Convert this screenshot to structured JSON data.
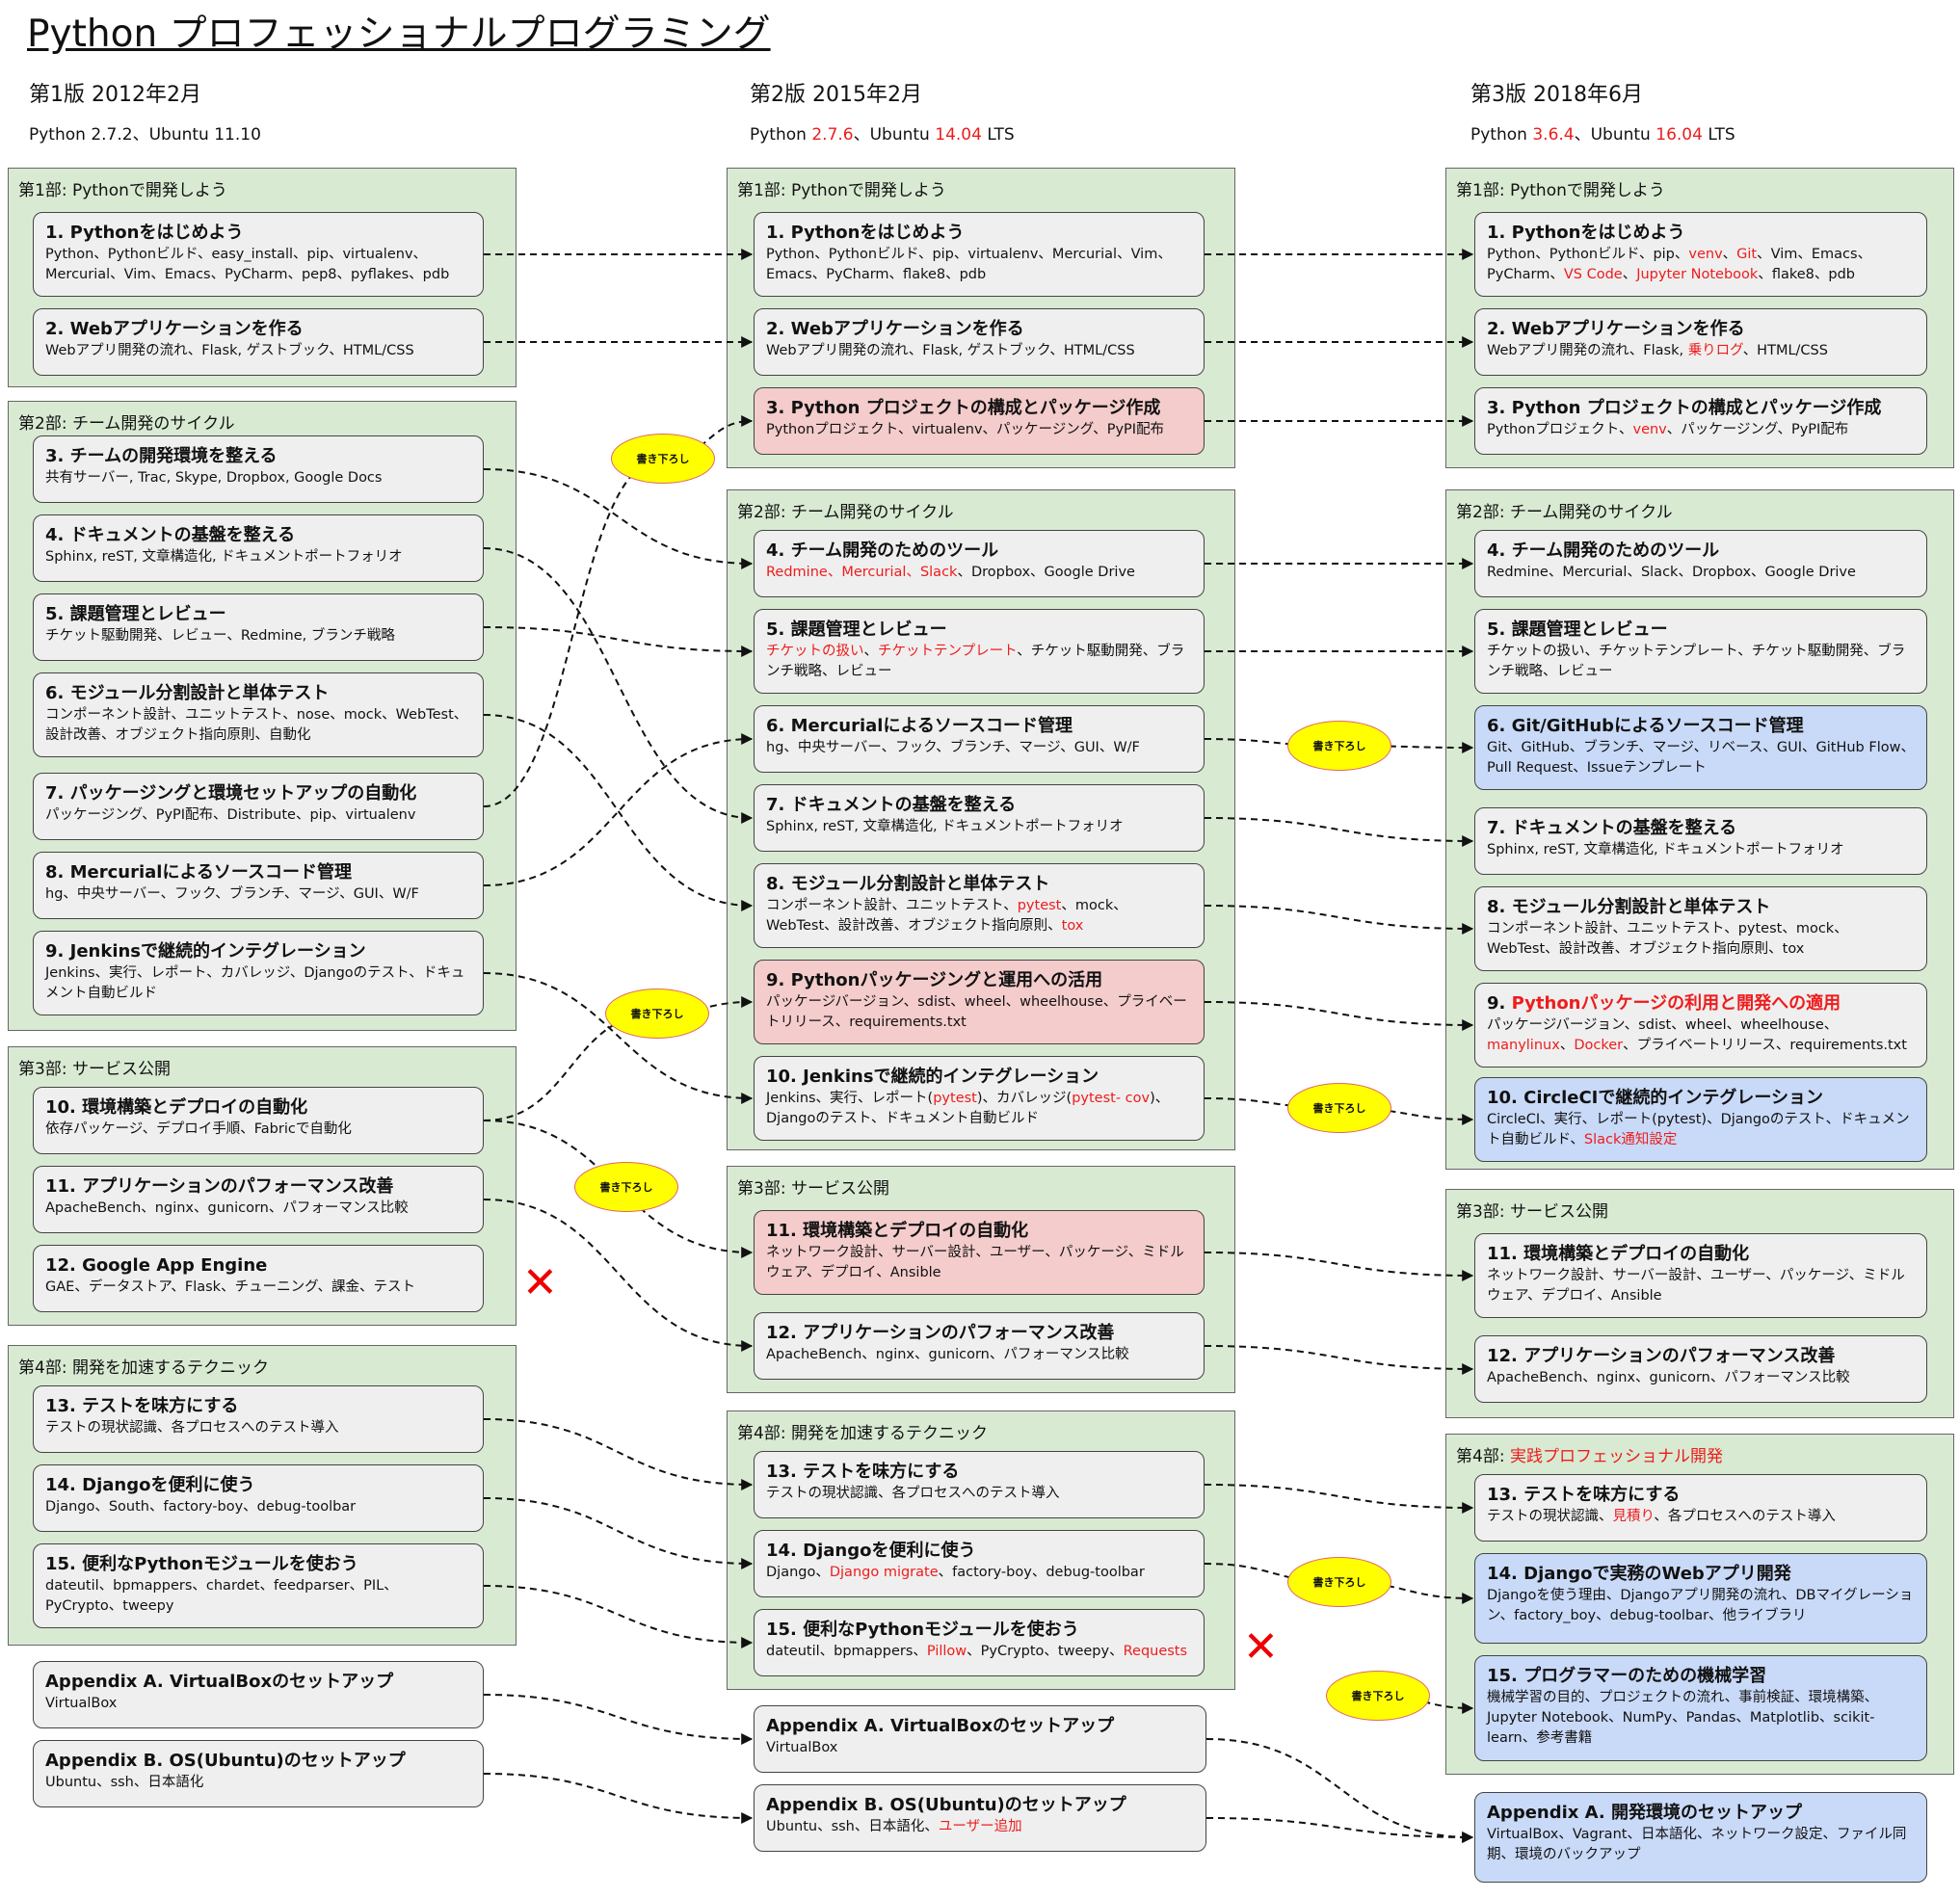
{
  "title": "Python プロフェッショナルプログラミング",
  "editions": [
    {
      "heading": "第1版 2012年2月",
      "env": [
        {
          "t": "Python 2.7.2、Ubuntu 11.10"
        }
      ]
    },
    {
      "heading": "第2版 2015年2月",
      "env": [
        {
          "t": "Python "
        },
        {
          "t": "2.7.6",
          "r": true
        },
        {
          "t": "、Ubuntu "
        },
        {
          "t": "14.04",
          "r": true
        },
        {
          "t": " LTS"
        }
      ]
    },
    {
      "heading": "第3版 2018年6月",
      "env": [
        {
          "t": "Python "
        },
        {
          "t": "3.6.4",
          "r": true
        },
        {
          "t": "、Ubuntu "
        },
        {
          "t": "16.04",
          "r": true
        },
        {
          "t": " LTS"
        }
      ]
    }
  ],
  "parts": {
    "e1p1": {
      "label": [
        {
          "t": "第1部: Pythonで開発しよう"
        }
      ]
    },
    "e1p2": {
      "label": [
        {
          "t": "第2部: チーム開発のサイクル"
        }
      ]
    },
    "e1p3": {
      "label": [
        {
          "t": "第3部: サービス公開"
        }
      ]
    },
    "e1p4": {
      "label": [
        {
          "t": "第4部: 開発を加速するテクニック"
        }
      ]
    },
    "e2p1": {
      "label": [
        {
          "t": "第1部: Pythonで開発しよう"
        }
      ]
    },
    "e2p2": {
      "label": [
        {
          "t": "第2部: チーム開発のサイクル"
        }
      ]
    },
    "e2p3": {
      "label": [
        {
          "t": "第3部: サービス公開"
        }
      ]
    },
    "e2p4": {
      "label": [
        {
          "t": "第4部: 開発を加速するテクニック"
        }
      ]
    },
    "e3p1": {
      "label": [
        {
          "t": "第1部: Pythonで開発しよう"
        }
      ]
    },
    "e3p2": {
      "label": [
        {
          "t": "第2部: チーム開発のサイクル"
        }
      ]
    },
    "e3p3": {
      "label": [
        {
          "t": "第3部: サービス公開"
        }
      ]
    },
    "e3p4": {
      "label": [
        {
          "t": "第4部: "
        },
        {
          "t": "実践プロフェッショナル開発",
          "r": true
        }
      ]
    }
  },
  "chapters": {
    "a1": {
      "title": [
        {
          "t": "1. Pythonをはじめよう"
        }
      ],
      "desc": [
        {
          "t": "Python、Pythonビルド、easy_install、pip、virtualenv、Mercurial、Vim、Emacs、PyCharm、pep8、pyflakes、pdb"
        }
      ]
    },
    "a2": {
      "title": [
        {
          "t": "2. Webアプリケーションを作る"
        }
      ],
      "desc": [
        {
          "t": "Webアプリ開発の流れ、Flask, ゲストブック、HTML/CSS"
        }
      ]
    },
    "a3": {
      "title": [
        {
          "t": "3. チームの開発環境を整える"
        }
      ],
      "desc": [
        {
          "t": "共有サーバー, Trac, Skype, Dropbox, Google Docs"
        }
      ]
    },
    "a4": {
      "title": [
        {
          "t": "4. ドキュメントの基盤を整える"
        }
      ],
      "desc": [
        {
          "t": "Sphinx, reST, 文章構造化, ドキュメントポートフォリオ"
        }
      ]
    },
    "a5": {
      "title": [
        {
          "t": "5. 課題管理とレビュー"
        }
      ],
      "desc": [
        {
          "t": "チケット駆動開発、レビュー、Redmine, ブランチ戦略"
        }
      ]
    },
    "a6": {
      "title": [
        {
          "t": "6. モジュール分割設計と単体テスト"
        }
      ],
      "desc": [
        {
          "t": "コンポーネント設計、ユニットテスト、nose、mock、WebTest、設計改善、オブジェクト指向原則、自動化"
        }
      ]
    },
    "a7": {
      "title": [
        {
          "t": "7. パッケージングと環境セットアップの自動化"
        }
      ],
      "desc": [
        {
          "t": "パッケージング、PyPI配布、Distribute、pip、virtualenv"
        }
      ]
    },
    "a8": {
      "title": [
        {
          "t": "8. Mercurialによるソースコード管理"
        }
      ],
      "desc": [
        {
          "t": "hg、中央サーバー、フック、ブランチ、マージ、GUI、W/F"
        }
      ]
    },
    "a9": {
      "title": [
        {
          "t": "9. Jenkinsで継続的インテグレーション"
        }
      ],
      "desc": [
        {
          "t": "Jenkins、実行、レポート、カバレッジ、Djangoのテスト、ドキュメント自動ビルド"
        }
      ]
    },
    "a10": {
      "title": [
        {
          "t": "10. 環境構築とデプロイの自動化"
        }
      ],
      "desc": [
        {
          "t": "依存パッケージ、デプロイ手順、Fabricで自動化"
        }
      ]
    },
    "a11": {
      "title": [
        {
          "t": "11. アプリケーションのパフォーマンス改善"
        }
      ],
      "desc": [
        {
          "t": "ApacheBench、nginx、gunicorn、パフォーマンス比較"
        }
      ]
    },
    "a12": {
      "title": [
        {
          "t": "12. Google App Engine"
        }
      ],
      "desc": [
        {
          "t": "GAE、データストア、Flask、チューニング、課金、テスト"
        }
      ]
    },
    "a13": {
      "title": [
        {
          "t": "13. テストを味方にする"
        }
      ],
      "desc": [
        {
          "t": "テストの現状認識、各プロセスへのテスト導入"
        }
      ]
    },
    "a14": {
      "title": [
        {
          "t": "14. Djangoを便利に使う"
        }
      ],
      "desc": [
        {
          "t": "Django、South、factory-boy、debug-toolbar"
        }
      ]
    },
    "a15": {
      "title": [
        {
          "t": "15. 便利なPythonモジュールを使おう"
        }
      ],
      "desc": [
        {
          "t": "dateutil、bpmappers、chardet、feedparser、PIL、PyCrypto、tweepy"
        }
      ]
    },
    "aA": {
      "title": [
        {
          "t": "Appendix A. VirtualBoxのセットアップ"
        }
      ],
      "desc": [
        {
          "t": "VirtualBox"
        }
      ]
    },
    "aB": {
      "title": [
        {
          "t": "Appendix B. OS(Ubuntu)のセットアップ"
        }
      ],
      "desc": [
        {
          "t": "Ubuntu、ssh、日本語化"
        }
      ]
    },
    "b1": {
      "title": [
        {
          "t": "1. Pythonをはじめよう"
        }
      ],
      "desc": [
        {
          "t": "Python、Pythonビルド、pip、virtualenv、Mercurial、Vim、Emacs、PyCharm、flake8、pdb"
        }
      ]
    },
    "b2": {
      "title": [
        {
          "t": "2. Webアプリケーションを作る"
        }
      ],
      "desc": [
        {
          "t": "Webアプリ開発の流れ、Flask, ゲストブック、HTML/CSS"
        }
      ]
    },
    "b3": {
      "title": [
        {
          "t": "3. Python プロジェクトの構成とパッケージ作成"
        }
      ],
      "desc": [
        {
          "t": "Pythonプロジェクト、virtualenv、パッケージング、PyPI配布"
        }
      ]
    },
    "b4": {
      "title": [
        {
          "t": "4. チーム開発のためのツール"
        }
      ],
      "desc": [
        {
          "t": "Redmine、Mercurial、Slack",
          "r": true
        },
        {
          "t": "、Dropbox、Google Drive"
        }
      ]
    },
    "b5": {
      "title": [
        {
          "t": "5. 課題管理とレビュー"
        }
      ],
      "desc": [
        {
          "t": "チケットの扱い",
          "r": true
        },
        {
          "t": "、"
        },
        {
          "t": "チケットテンプレート",
          "r": true
        },
        {
          "t": "、チケット駆動開発、ブランチ戦略、レビュー"
        }
      ]
    },
    "b6": {
      "title": [
        {
          "t": "6. Mercurialによるソースコード管理"
        }
      ],
      "desc": [
        {
          "t": "hg、中央サーバー、フック、ブランチ、マージ、GUI、W/F"
        }
      ]
    },
    "b7": {
      "title": [
        {
          "t": "7. ドキュメントの基盤を整える"
        }
      ],
      "desc": [
        {
          "t": "Sphinx, reST, 文章構造化, ドキュメントポートフォリオ"
        }
      ]
    },
    "b8": {
      "title": [
        {
          "t": "8. モジュール分割設計と単体テスト"
        }
      ],
      "desc": [
        {
          "t": "コンポーネント設計、ユニットテスト、"
        },
        {
          "t": "pytest",
          "r": true
        },
        {
          "t": "、mock、WebTest、設計改善、オブジェクト指向原則、"
        },
        {
          "t": "tox",
          "r": true
        }
      ]
    },
    "b9": {
      "title": [
        {
          "t": "9. Pythonパッケージングと運用への活用"
        }
      ],
      "desc": [
        {
          "t": "パッケージバージョン、sdist、wheel、wheelhouse、プライベートリリース、requirements.txt"
        }
      ]
    },
    "b10": {
      "title": [
        {
          "t": "10. Jenkinsで継続的インテグレーション"
        }
      ],
      "desc": [
        {
          "t": "Jenkins、実行、レポート("
        },
        {
          "t": "pytest",
          "r": true
        },
        {
          "t": ")、カバレッジ("
        },
        {
          "t": "pytest- cov",
          "r": true
        },
        {
          "t": ")、Djangoのテスト、ドキュメント自動ビルド"
        }
      ]
    },
    "b11": {
      "title": [
        {
          "t": "11. 環境構築とデプロイの自動化"
        }
      ],
      "desc": [
        {
          "t": "ネットワーク設計、サーバー設計、ユーザー、パッケージ、ミドルウェア、デプロイ、Ansible"
        }
      ]
    },
    "b12": {
      "title": [
        {
          "t": "12. アプリケーションのパフォーマンス改善"
        }
      ],
      "desc": [
        {
          "t": "ApacheBench、nginx、gunicorn、パフォーマンス比較"
        }
      ]
    },
    "b13": {
      "title": [
        {
          "t": "13. テストを味方にする"
        }
      ],
      "desc": [
        {
          "t": "テストの現状認識、各プロセスへのテスト導入"
        }
      ]
    },
    "b14": {
      "title": [
        {
          "t": "14. Djangoを便利に使う"
        }
      ],
      "desc": [
        {
          "t": "Django、"
        },
        {
          "t": "Django migrate",
          "r": true
        },
        {
          "t": "、factory-boy、debug-toolbar"
        }
      ]
    },
    "b15": {
      "title": [
        {
          "t": "15. 便利なPythonモジュールを使おう"
        }
      ],
      "desc": [
        {
          "t": "dateutil、bpmappers、"
        },
        {
          "t": "Pillow",
          "r": true
        },
        {
          "t": "、PyCrypto、tweepy、"
        },
        {
          "t": "Requests",
          "r": true
        }
      ]
    },
    "bA": {
      "title": [
        {
          "t": "Appendix A. VirtualBoxのセットアップ"
        }
      ],
      "desc": [
        {
          "t": "VirtualBox"
        }
      ]
    },
    "bB": {
      "title": [
        {
          "t": "Appendix B. OS(Ubuntu)のセットアップ"
        }
      ],
      "desc": [
        {
          "t": "Ubuntu、ssh、日本語化、"
        },
        {
          "t": "ユーザー追加",
          "r": true
        }
      ]
    },
    "c1": {
      "title": [
        {
          "t": "1. Pythonをはじめよう"
        }
      ],
      "desc": [
        {
          "t": "Python、Pythonビルド、pip、"
        },
        {
          "t": "venv",
          "r": true
        },
        {
          "t": "、"
        },
        {
          "t": "Git",
          "r": true
        },
        {
          "t": "、Vim、Emacs、PyCharm、"
        },
        {
          "t": "VS Code",
          "r": true
        },
        {
          "t": "、"
        },
        {
          "t": "Jupyter Notebook",
          "r": true
        },
        {
          "t": "、flake8、pdb"
        }
      ]
    },
    "c2": {
      "title": [
        {
          "t": "2. Webアプリケーションを作る"
        }
      ],
      "desc": [
        {
          "t": "Webアプリ開発の流れ、Flask, "
        },
        {
          "t": "乗りログ",
          "r": true
        },
        {
          "t": "、HTML/CSS"
        }
      ]
    },
    "c3": {
      "title": [
        {
          "t": "3. Python プロジェクトの構成とパッケージ作成"
        }
      ],
      "desc": [
        {
          "t": "Pythonプロジェクト、"
        },
        {
          "t": "venv",
          "r": true
        },
        {
          "t": "、パッケージング、PyPI配布"
        }
      ]
    },
    "c4": {
      "title": [
        {
          "t": "4. チーム開発のためのツール"
        }
      ],
      "desc": [
        {
          "t": "Redmine、Mercurial、Slack、Dropbox、Google Drive"
        }
      ]
    },
    "c5": {
      "title": [
        {
          "t": "5. 課題管理とレビュー"
        }
      ],
      "desc": [
        {
          "t": "チケットの扱い、チケットテンプレート、チケット駆動開発、ブランチ戦略、レビュー"
        }
      ]
    },
    "c6": {
      "title": [
        {
          "t": "6. Git/GitHubによるソースコード管理"
        }
      ],
      "desc": [
        {
          "t": "Git、GitHub、ブランチ、マージ、リベース、GUI、GitHub Flow、Pull Request、Issueテンプレート"
        }
      ]
    },
    "c7": {
      "title": [
        {
          "t": "7. ドキュメントの基盤を整える"
        }
      ],
      "desc": [
        {
          "t": "Sphinx, reST, 文章構造化, ドキュメントポートフォリオ"
        }
      ]
    },
    "c8": {
      "title": [
        {
          "t": "8. モジュール分割設計と単体テスト"
        }
      ],
      "desc": [
        {
          "t": "コンポーネント設計、ユニットテスト、pytest、mock、WebTest、設計改善、オブジェクト指向原則、tox"
        }
      ]
    },
    "c9": {
      "title": [
        {
          "t": "9. "
        },
        {
          "t": "Pythonパッケージの利用と開発への適用",
          "r": true
        }
      ],
      "desc": [
        {
          "t": "パッケージバージョン、sdist、wheel、wheelhouse、"
        },
        {
          "t": "manylinux",
          "r": true
        },
        {
          "t": "、"
        },
        {
          "t": "Docker",
          "r": true
        },
        {
          "t": "、プライベートリリース、requirements.txt"
        }
      ]
    },
    "c10": {
      "title": [
        {
          "t": "10. CircleCIで継続的インテグレーション"
        }
      ],
      "desc": [
        {
          "t": "CircleCI、実行、レポート(pytest)、Djangoのテスト、ドキュメント自動ビルド、"
        },
        {
          "t": "Slack通知設定",
          "r": true
        }
      ]
    },
    "c11": {
      "title": [
        {
          "t": "11. 環境構築とデプロイの自動化"
        }
      ],
      "desc": [
        {
          "t": "ネットワーク設計、サーバー設計、ユーザー、パッケージ、ミドルウェア、デプロイ、Ansible"
        }
      ]
    },
    "c12": {
      "title": [
        {
          "t": "12. アプリケーションのパフォーマンス改善"
        }
      ],
      "desc": [
        {
          "t": "ApacheBench、nginx、gunicorn、パフォーマンス比較"
        }
      ]
    },
    "c13": {
      "title": [
        {
          "t": "13. テストを味方にする"
        }
      ],
      "desc": [
        {
          "t": "テストの現状認識、"
        },
        {
          "t": "見積り",
          "r": true
        },
        {
          "t": "、各プロセスへのテスト導入"
        }
      ]
    },
    "c14": {
      "title": [
        {
          "t": "14. Djangoで実務のWebアプリ開発"
        }
      ],
      "desc": [
        {
          "t": "Djangoを使う理由、Djangoアプリ開発の流れ、DBマイグレーション、factory_boy、debug-toolbar、他ライブラリ"
        }
      ]
    },
    "c15": {
      "title": [
        {
          "t": "15. プログラマーのための機械学習"
        }
      ],
      "desc": [
        {
          "t": "機械学習の目的、プロジェクトの流れ、事前検証、環境構築、Jupyter Notebook、NumPy、Pandas、Matplotlib、scikit-learn、参考書籍"
        }
      ]
    },
    "cA": {
      "title": [
        {
          "t": "Appendix A. 開発環境のセットアップ"
        }
      ],
      "desc": [
        {
          "t": "VirtualBox、Vagrant、日本語化、ネットワーク設定、ファイル同期、環境のバックアップ"
        }
      ]
    }
  },
  "callout_text": "書き下ろし",
  "colors": {
    "part_bg": "#d9ead3",
    "chapter_bg": "#efefef",
    "new_chapter_bg": "#f4cccc",
    "rewritten_chapter_bg": "#c9daf8",
    "highlight": "#ee1c1c",
    "callout_bg": "#ffff00"
  }
}
